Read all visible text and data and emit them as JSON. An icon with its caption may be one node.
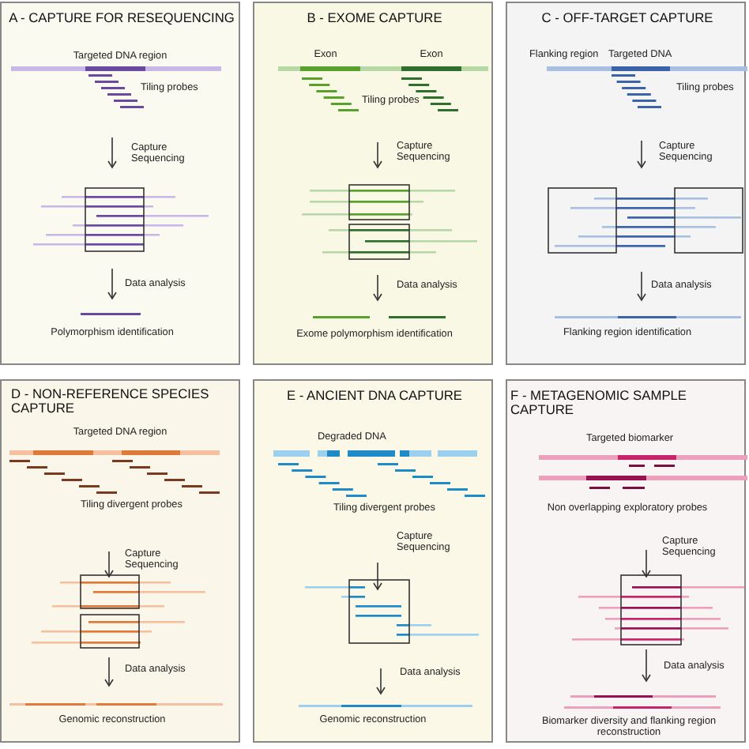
{
  "diagram": {
    "nodes": [
      {
        "text": [
          "A - CAPTURE FOR RESEQUENCING",
          "Targeted DNA region",
          "Tiling probes",
          "Capture Sequencing",
          "Data analysis",
          "Polymorphism identification"
        ]
      },
      {
        "text": [
          "B - EXOME CAPTURE",
          "Exon",
          "Exon",
          "Tiling probes",
          "Capture Sequencing",
          "Data analysis",
          "Exome polymorphism identification"
        ]
      },
      {
        "text": [
          "C - OFF-TARGET CAPTURE",
          "Flanking region",
          "Targeted DNA",
          "Tiling probes",
          "Capture Sequencing",
          "Data analysis",
          "Flanking region identification"
        ]
      },
      {
        "text": [
          "D - NON-REFERENCE SPECIES CAPTURE",
          "Targeted DNA region",
          "Tiling divergent probes",
          "Capture Sequencing",
          "Data analysis",
          "Genomic reconstruction"
        ]
      },
      {
        "text": [
          "E - ANCIENT DNA CAPTURE",
          "Degraded DNA",
          "Tiling divergent probes",
          "Capture Sequencing",
          "Data analysis",
          "Genomic reconstruction"
        ]
      },
      {
        "text": [
          "F - METAGENOMIC SAMPLE CAPTURE",
          "Targeted biomarker",
          "Non overlapping exploratory probes",
          "Capture Sequencing",
          "Data analysis",
          "Biomarker diversity and flanking region reconstruction"
        ]
      }
    ]
  }
}
